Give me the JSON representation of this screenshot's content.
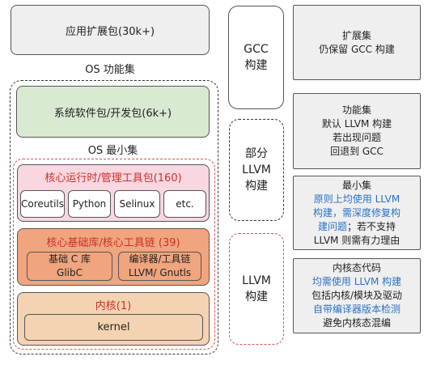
{
  "left": {
    "ext_pkg": "应用扩展包(30k+)",
    "os_feature_label": "OS 功能集",
    "sys_pkg": "系统软件包/开发包(6k+)",
    "os_min_label": "OS 最小集",
    "runtime": {
      "title": "核心运行时/管理工具包(160)",
      "items": [
        "Coreutils",
        "Python",
        "Selinux",
        "etc."
      ]
    },
    "corelib": {
      "title": "核心基础库/核心工具链 (39)",
      "items": [
        {
          "line1": "基础 C 库",
          "line2": "GlibC"
        },
        {
          "line1": "编译器/工具链",
          "line2": "LLVM/ Gnutls"
        }
      ]
    },
    "kernel": {
      "title": "内核(1)",
      "label": "kernel"
    }
  },
  "middle": {
    "gcc": {
      "line1": "GCC",
      "line2": "构建"
    },
    "partial": {
      "line1": "部分",
      "line2": "LLVM",
      "line3": "构建"
    },
    "llvm": {
      "line1": "LLVM",
      "line2": "构建"
    }
  },
  "right": {
    "ext": {
      "line1": "扩展集",
      "line2": "仍保留 GCC 构建"
    },
    "feature": {
      "line1": "功能集",
      "line2": "默认 LLVM 构建",
      "line3": "若出现问题",
      "line4": "回退到 GCC"
    },
    "min": {
      "line1": "最小集",
      "blue1": "原则上均使用 LLVM",
      "blue2": "构建，需深度修复构",
      "blue3a": "建问题",
      "black3b": "；若不支持",
      "line5": "LLVM 则需有力理由"
    },
    "kernel": {
      "line1": "内核态代码",
      "blue2": "均需使用 LLVM 构建",
      "line3": "包括内核/模块及驱动",
      "blue4": "自带编译器版本检测",
      "line5": "避免内核态混编"
    }
  },
  "colors": {
    "gray_fill": "#efefef",
    "green_fill": "#d9ead3",
    "pink_fill": "#f8d7e0",
    "orange_fill": "#f0a57e",
    "tan_fill": "#f4d3b2",
    "red_text": "#c9302c",
    "blue_text": "#2a72c4"
  }
}
